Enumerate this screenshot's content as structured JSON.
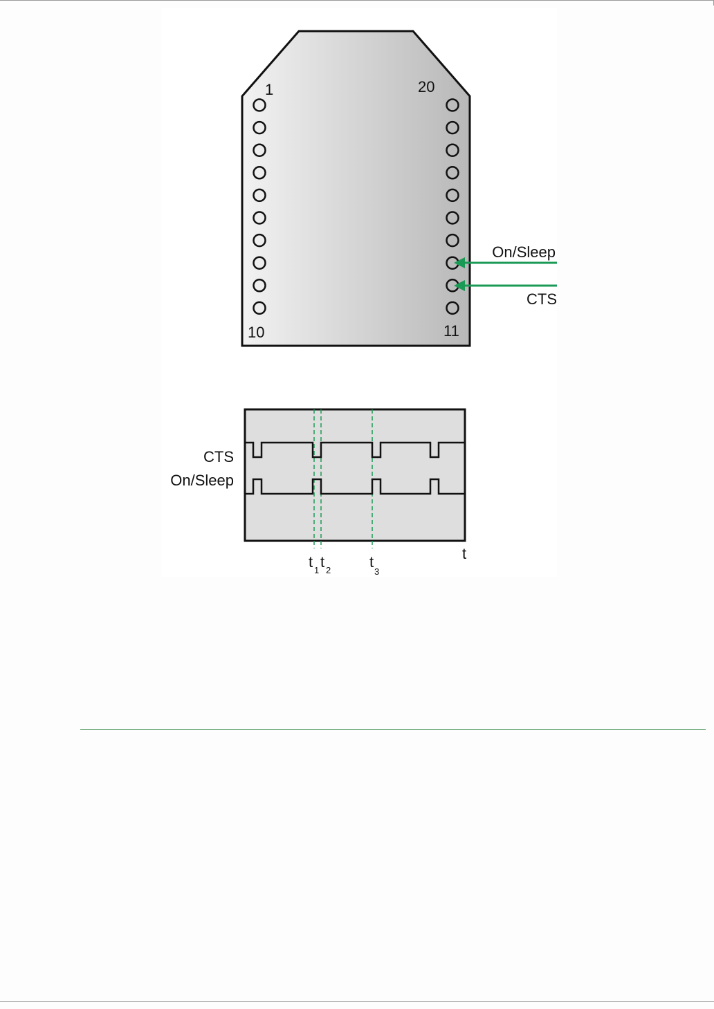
{
  "module": {
    "pin_labels": {
      "top_left": "1",
      "top_right": "20",
      "bottom_left": "10",
      "bottom_right": "11"
    },
    "pins_per_side": 10,
    "arrows": [
      {
        "label": "On/Sleep",
        "pin": 13
      },
      {
        "label": "CTS",
        "pin": 12
      }
    ],
    "arrow_color": "#1a9a55"
  },
  "timing": {
    "signals": [
      {
        "name": "CTS",
        "pulse_direction": "low"
      },
      {
        "name": "On/Sleep",
        "pulse_direction": "high"
      }
    ],
    "markers": [
      {
        "base": "t",
        "sub": "1"
      },
      {
        "base": "t",
        "sub": "2"
      },
      {
        "base": "t",
        "sub": "3"
      }
    ],
    "axis_label": "t",
    "marker_color": "#1a9a55"
  }
}
